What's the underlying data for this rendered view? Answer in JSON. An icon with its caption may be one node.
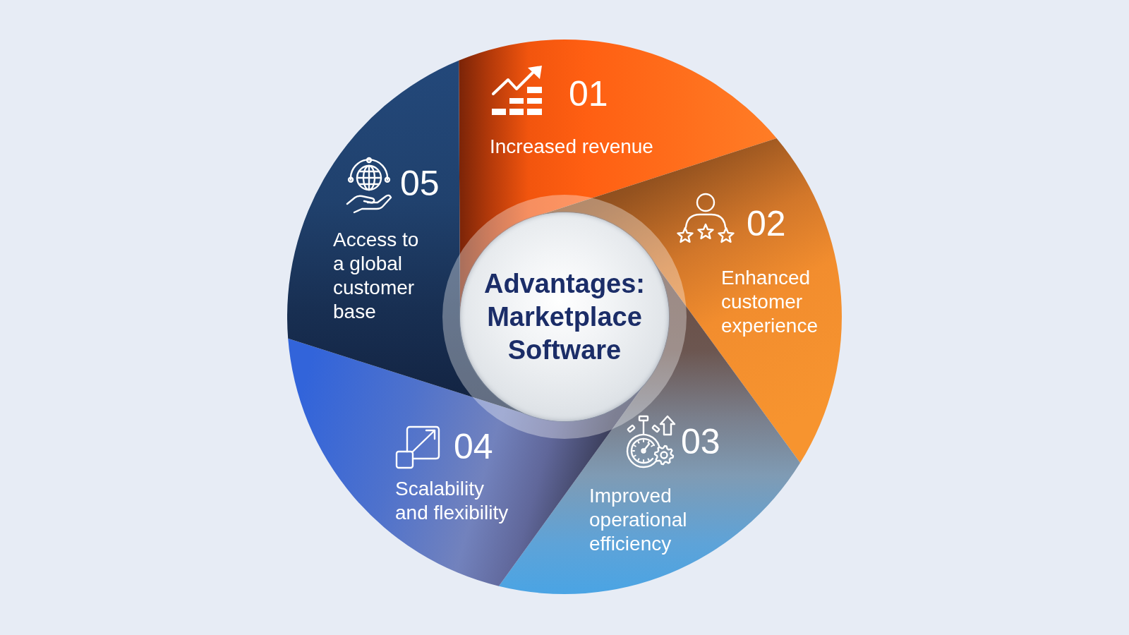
{
  "diagram": {
    "nodes": [
      {
        "text": [
          "Advantages: Marketplace Software"
        ]
      },
      {
        "text": [
          "01",
          "Increased revenue"
        ]
      },
      {
        "text": [
          "02",
          "Enhanced customer experience"
        ]
      },
      {
        "text": [
          "03",
          "Improved operational efficiency"
        ]
      },
      {
        "text": [
          "04",
          "Scalability and flexibility"
        ]
      },
      {
        "text": [
          "05",
          "Access to a global customer base"
        ]
      }
    ]
  }
}
